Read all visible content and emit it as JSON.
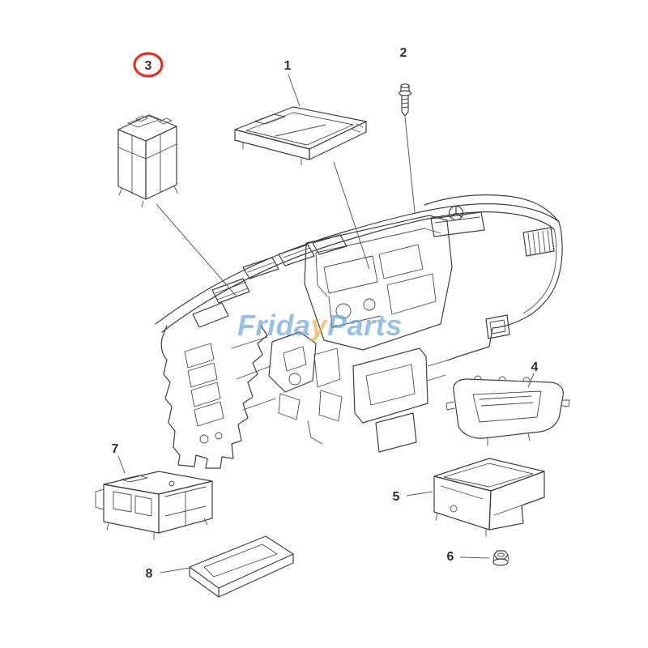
{
  "diagram": {
    "kind": "exploded-parts-diagram",
    "background": "#ffffff",
    "line_color": "#3f3f3f",
    "watermark": {
      "text": "FridayParts",
      "segment_1": "Frida",
      "segment_2": "y",
      "segment_3": "Parts",
      "color_blue": "#64a0d8",
      "color_yellow": "#f0a73c"
    },
    "highlight": {
      "color": "#dd3322",
      "around_callout": "3"
    },
    "callouts": [
      {
        "label": "1",
        "highlighted": false
      },
      {
        "label": "2",
        "highlighted": false
      },
      {
        "label": "3",
        "highlighted": true
      },
      {
        "label": "4",
        "highlighted": false
      },
      {
        "label": "5",
        "highlighted": false
      },
      {
        "label": "6",
        "highlighted": false
      },
      {
        "label": "7",
        "highlighted": false
      },
      {
        "label": "8",
        "highlighted": false
      }
    ]
  }
}
